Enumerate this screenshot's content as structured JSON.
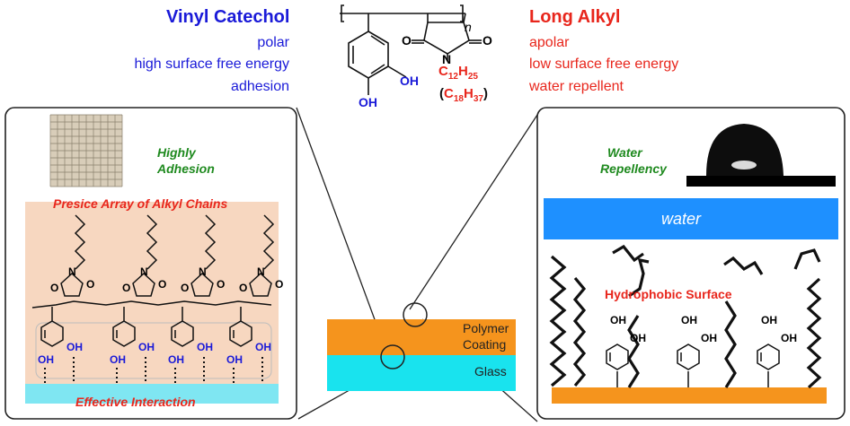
{
  "left_group": {
    "title": "Vinyl Catechol",
    "props": [
      "polar",
      "high surface free energy",
      "adhesion"
    ],
    "color": "#1a1ad8"
  },
  "right_group": {
    "title": "Long Alkyl",
    "props": [
      "apolar",
      "low surface free energy",
      "water repellent"
    ],
    "color": "#e8261c"
  },
  "structure": {
    "subscript_n": "n",
    "O_label": "O",
    "N_label": "N",
    "OH_label": "OH",
    "alkyl_1": {
      "C": "C",
      "n1": "12",
      "H": "H",
      "n2": "25"
    },
    "alkyl_2": {
      "open": "(",
      "C": "C",
      "n1": "18",
      "H": "H",
      "n2": "37",
      "close": ")"
    }
  },
  "left_panel": {
    "highly_adhesion": [
      "Highly",
      "Adhesion"
    ],
    "array_label": "Presice Array of Alkyl Chains",
    "interaction_label": "Effective Interaction",
    "colors": {
      "background": "#f7d7c0",
      "substrate": "#7fe6f2",
      "accent": "#e8261c"
    }
  },
  "center": {
    "polymer_label": [
      "Polymer",
      "Coating"
    ],
    "glass_label": "Glass",
    "colors": {
      "polymer": "#f5941d",
      "glass": "#19e3ee"
    }
  },
  "right_panel": {
    "water_repellency": [
      "Water",
      "Repellency"
    ],
    "water_label": "water",
    "surface_label": "Hydrophobic Surface",
    "colors": {
      "water": "#1e90ff",
      "substrate": "#f5941d"
    }
  }
}
